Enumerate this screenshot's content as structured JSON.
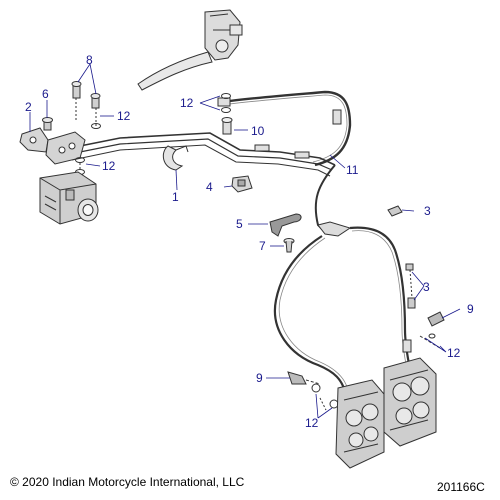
{
  "callouts": {
    "c1": "1",
    "c2": "2",
    "c3a": "3",
    "c3b": "3",
    "c4": "4",
    "c5": "5",
    "c6": "6",
    "c7": "7",
    "c8": "8",
    "c9a": "9",
    "c9b": "9",
    "c10": "10",
    "c11": "11",
    "c12a": "12",
    "c12b": "12",
    "c12c": "12",
    "c12d": "12",
    "c12e": "12"
  },
  "footer": {
    "copyright": "© 2020 Indian Motorcycle International, LLC",
    "figure_id": "201166C"
  },
  "colors": {
    "callout": "#1a1a8c",
    "linework": "#333333",
    "part_fill": "#d8d8d8"
  }
}
